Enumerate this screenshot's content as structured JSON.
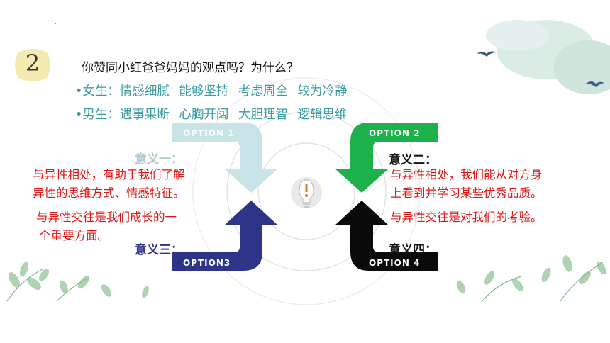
{
  "slide": {
    "number": "2",
    "question": "你赞同小红爸爸妈妈的观点吗？为什么？",
    "traits": [
      "•女生：情感细腻 能够坚持  考虑周全  较为冷静",
      "•男生：遇事果断 心胸开阔  大胆理智  逻辑思维"
    ]
  },
  "options": [
    {
      "label": "OPTION 1",
      "color": "#c9e4e8"
    },
    {
      "label": "OPTION 2",
      "color": "#1db14b"
    },
    {
      "label": "OPTION3",
      "color": "#2e3488"
    },
    {
      "label": "OPTION 4",
      "color": "#0a0a0a"
    }
  ],
  "meanings": {
    "m1": "意义一：",
    "m2": "意义二：",
    "m3": "意义三：",
    "m4": "意义四："
  },
  "points": {
    "p1": [
      "与异性相处，有助于我们了解",
      "异性的思维方式、情感特征。"
    ],
    "p2": [
      "与异性交往是我们成长的一",
      "个重要方面。"
    ],
    "p3": [
      "与异性相处，我们能从对方身",
      "上看到并学习某些优秀品质。"
    ],
    "p4": [
      "与异性交往是对我们的考验。"
    ]
  },
  "icons": [
    "lightbulb-icon",
    "bird-icon",
    "leaf-icon"
  ]
}
